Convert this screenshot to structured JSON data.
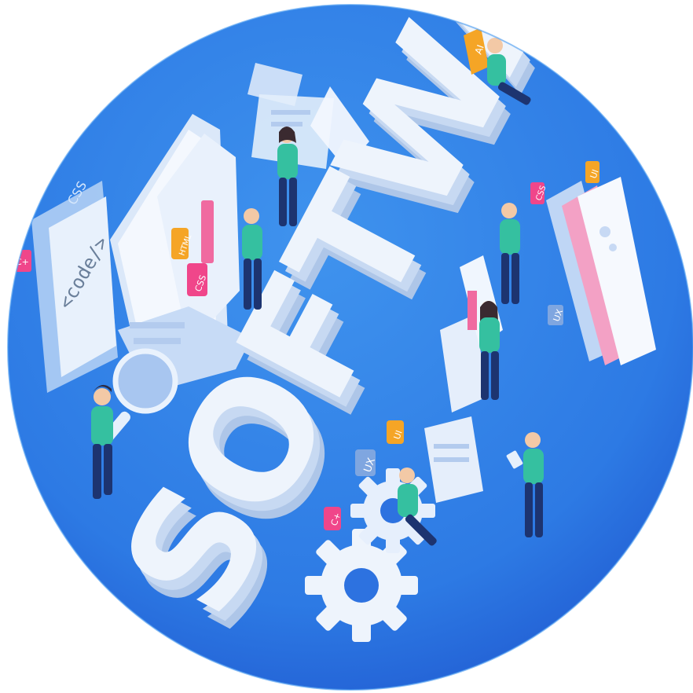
{
  "headline": "SOFTWARE",
  "tags": {
    "css_top": "CSS",
    "code": "<code/>",
    "cpp_left": "C+",
    "html": "HTML",
    "css_badge": "CSS",
    "ai": "AI",
    "css_right": "CSS",
    "ui": "UI",
    "ux_right": "UX",
    "ux_bottom": "UX",
    "ui_bottom": "UI",
    "cpp_bottom": "C+"
  },
  "colors": {
    "circle": "#2f7fe6",
    "circle_dark": "#1f57cf",
    "letters": "#eef4fc",
    "person_shirt": "#35c0a0",
    "person_pants": "#1d3470",
    "badge_pink": "#f0468a",
    "badge_orange": "#f5a526"
  }
}
